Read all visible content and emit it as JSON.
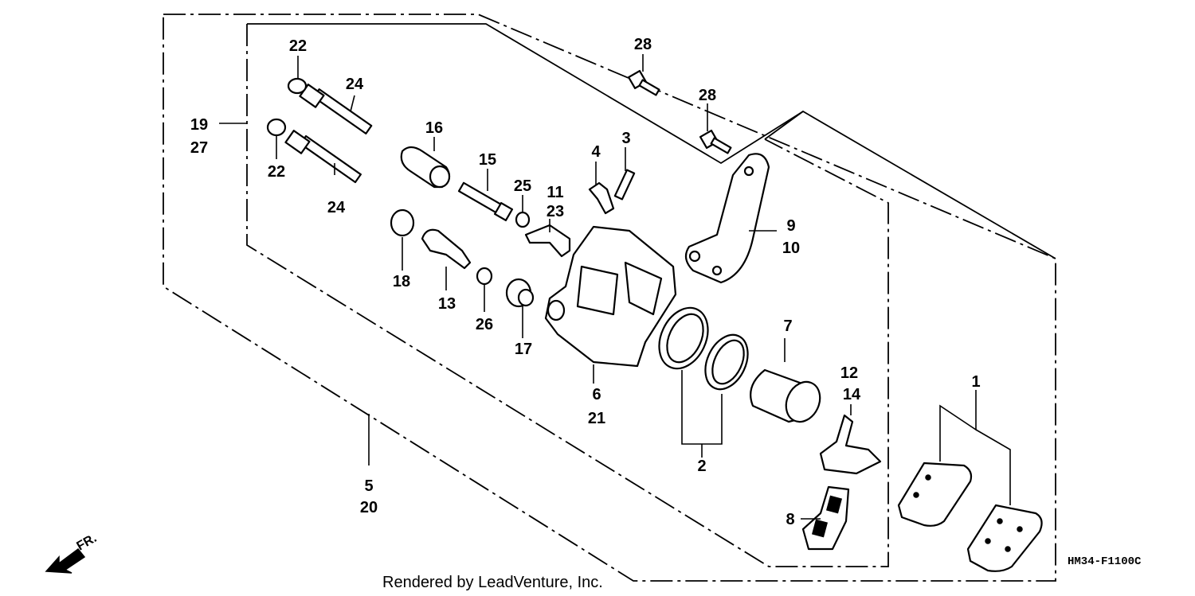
{
  "callouts": [
    {
      "id": "c22a",
      "text": "22"
    },
    {
      "id": "c24a",
      "text": "24"
    },
    {
      "id": "c19",
      "text": "19"
    },
    {
      "id": "c27",
      "text": "27"
    },
    {
      "id": "c22b",
      "text": "22"
    },
    {
      "id": "c24b",
      "text": "24"
    },
    {
      "id": "c16",
      "text": "16"
    },
    {
      "id": "c15",
      "text": "15"
    },
    {
      "id": "c25",
      "text": "25"
    },
    {
      "id": "c11",
      "text": "11"
    },
    {
      "id": "c23",
      "text": "23"
    },
    {
      "id": "c4",
      "text": "4"
    },
    {
      "id": "c3",
      "text": "3"
    },
    {
      "id": "c28a",
      "text": "28"
    },
    {
      "id": "c28b",
      "text": "28"
    },
    {
      "id": "c9",
      "text": "9"
    },
    {
      "id": "c10",
      "text": "10"
    },
    {
      "id": "c18",
      "text": "18"
    },
    {
      "id": "c13",
      "text": "13"
    },
    {
      "id": "c26",
      "text": "26"
    },
    {
      "id": "c17",
      "text": "17"
    },
    {
      "id": "c6",
      "text": "6"
    },
    {
      "id": "c21",
      "text": "21"
    },
    {
      "id": "c7",
      "text": "7"
    },
    {
      "id": "c2",
      "text": "2"
    },
    {
      "id": "c12",
      "text": "12"
    },
    {
      "id": "c14",
      "text": "14"
    },
    {
      "id": "c1",
      "text": "1"
    },
    {
      "id": "c8",
      "text": "8"
    },
    {
      "id": "c5",
      "text": "5"
    },
    {
      "id": "c20",
      "text": "20"
    }
  ],
  "footer": {
    "credit": "Rendered by LeadVenture, Inc."
  },
  "diagram_code": "HM34-F1100C",
  "direction_label": "FR."
}
